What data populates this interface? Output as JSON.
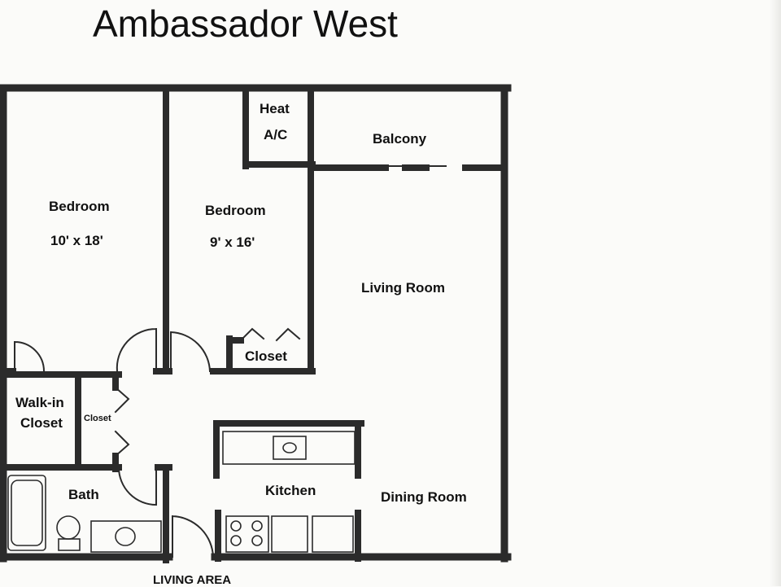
{
  "title": "Ambassador West",
  "rooms": {
    "bedroom_1": {
      "name": "Bedroom",
      "size": "10' x 18'"
    },
    "bedroom_2": {
      "name": "Bedroom",
      "size": "9' x 16'"
    },
    "heat_ac": {
      "line1": "Heat",
      "line2": "A/C"
    },
    "balcony": "Balcony",
    "living_room": "Living Room",
    "closet": "Closet",
    "walk_in_closet": {
      "line1": "Walk-in",
      "line2": "Closet"
    },
    "small_closet": "Closet",
    "bath": "Bath",
    "kitchen": "Kitchen",
    "dining_room": "Dining Room"
  },
  "footer_label": "LIVING AREA",
  "colors": {
    "wall": "#2b2b2b",
    "paper": "#fbfbf9"
  }
}
